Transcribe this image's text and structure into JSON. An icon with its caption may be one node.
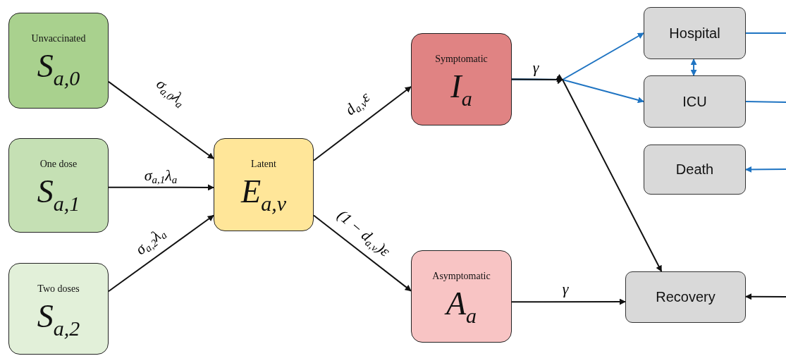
{
  "diagram": {
    "nodes": [
      {
        "text": [
          "Unvaccinated",
          "S$_{a,0}$"
        ]
      },
      {
        "text": [
          "One dose",
          "S$_{a,1}$"
        ]
      },
      {
        "text": [
          "Two doses",
          "S$_{a,2}$"
        ]
      },
      {
        "text": [
          "Latent",
          "E$_{a,v}$"
        ]
      },
      {
        "text": [
          "Symptomatic",
          "I$_{a}$"
        ]
      },
      {
        "text": [
          "Asymptomatic",
          "A$_{a}$"
        ]
      },
      {
        "text": [
          "Hospital"
        ]
      },
      {
        "text": [
          "ICU"
        ]
      },
      {
        "text": [
          "Death"
        ]
      },
      {
        "text": [
          "Recovery"
        ]
      }
    ],
    "edges": [
      {
        "from": 0,
        "to": 3,
        "arrow": "to",
        "label": "σ$_{a,0}$λ$_{a}$"
      },
      {
        "from": 1,
        "to": 3,
        "arrow": "to",
        "label": "σ$_{a,1}$λ$_{a}$"
      },
      {
        "from": 2,
        "to": 3,
        "arrow": "to",
        "label": "σ$_{a,2}$λ$_{a}$"
      },
      {
        "from": 3,
        "to": 4,
        "arrow": "to",
        "label": "d$_{a,v}$ε"
      },
      {
        "from": 3,
        "to": 5,
        "arrow": "to",
        "label": "(1 − d$_{a,v}$)ε"
      },
      {
        "from": 4,
        "to": 6,
        "arrow": "to",
        "color": "#1f74c2"
      },
      {
        "from": 4,
        "to": 7,
        "arrow": "to",
        "color": "#1f74c2"
      },
      {
        "from": 4,
        "to": 9,
        "arrow": "to",
        "label": "γ"
      },
      {
        "from": 5,
        "to": 9,
        "arrow": "to",
        "label": "γ"
      },
      {
        "from": 6,
        "to": 7,
        "arrow": "both",
        "color": "#1f74c2"
      },
      {
        "from": 6,
        "to": null,
        "arrow": "none",
        "color": "#1f74c2"
      },
      {
        "from": 7,
        "to": null,
        "arrow": "none",
        "color": "#1f74c2"
      },
      {
        "from": null,
        "to": 8,
        "arrow": "to",
        "color": "#1f74c2"
      },
      {
        "from": null,
        "to": 9,
        "arrow": "to"
      }
    ]
  }
}
